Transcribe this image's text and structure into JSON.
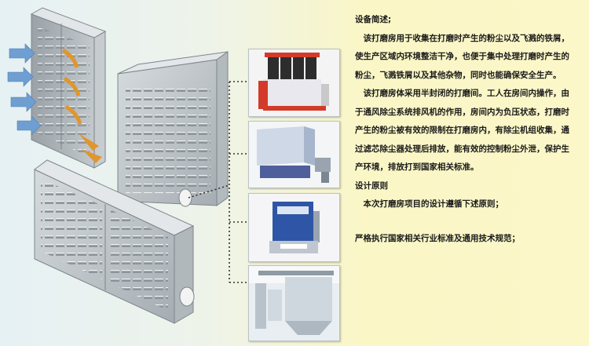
{
  "description_panel": {
    "heading_overview": "设备简述;",
    "para_1": "该打磨房用于收集在打磨时产生的粉尘以及飞溅的铁屑，使生产区域内环境整洁干净，也便于集中处理打磨时产生的粉尘，飞溅铁屑以及其他杂物，同时也能确保安全生产。",
    "para_2": "该打磨房体采用半封闭的打磨间。工人在房间内操作，由于通风除尘系统排风机的作用，房间内为负压状态，打磨时产生的粉尘被有效的限制在打磨房内，有除尘机组收集，通过滤芯除尘器处理后排放，能有效的控制粉尘外泄，保护生产环境，排放打到国家相关标准。",
    "heading_principles": "设计原则",
    "para_3": "本次打磨房项目的设计遵循下述原则；",
    "para_4": "严格执行国家相关行业标准及通用技术规范；"
  },
  "colors": {
    "background_yellow": "#faf6c6",
    "background_blue": "#e3eef1",
    "panel_metal": "#b9bfc3",
    "arrow_blue": "#6f9fd2",
    "arrow_orange": "#e0962d"
  }
}
